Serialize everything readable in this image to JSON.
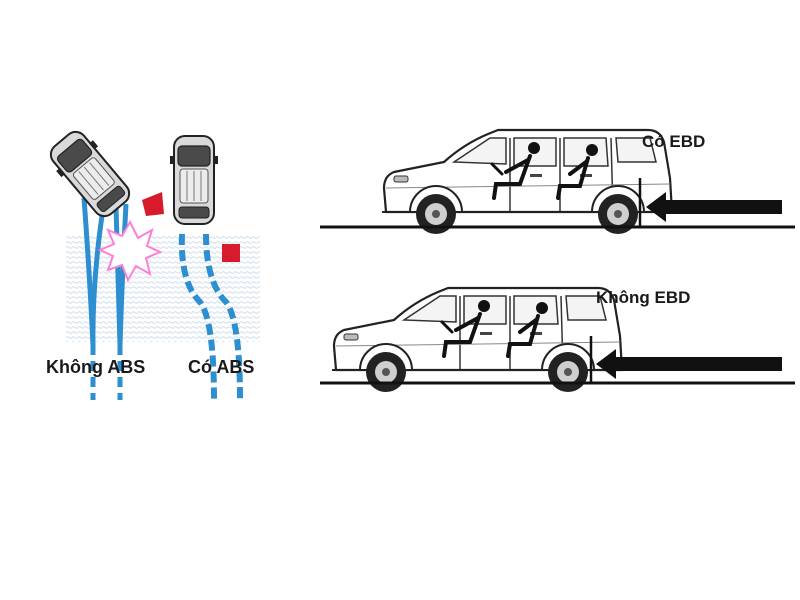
{
  "labels": {
    "without_abs": "Không ABS",
    "with_abs": "Có ABS",
    "with_ebd": "Có EBD",
    "without_ebd": "Không EBD"
  },
  "colors": {
    "track": "#2d8fd0",
    "obstacle": "#d81b2c",
    "impact_burst": "#ff7fd6",
    "ink": "#1a1a1a",
    "ground": "#111111",
    "car_body": "#ffffff",
    "car_top_view": "#d9d9d9"
  },
  "icons": {
    "car_top_view": "car-top-view-icon",
    "car_side_view": "car-side-view-icon",
    "driver": "driver-seated-icon",
    "passenger": "passenger-seated-icon",
    "obstacle": "obstacle-icon",
    "impact": "impact-burst-icon",
    "direction_arrow": "arrow-left-icon"
  }
}
